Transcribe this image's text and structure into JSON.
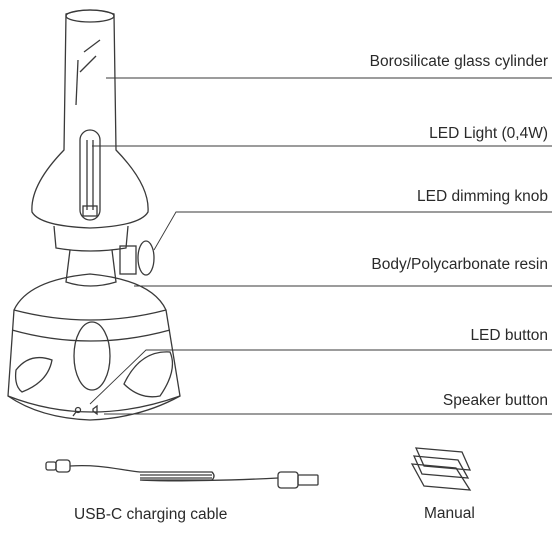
{
  "labels": {
    "glass_cylinder": "Borosilicate glass cylinder",
    "led_light": "LED Light  (0,4W)",
    "dimming_knob": "LED dimming knob",
    "body": "Body/Polycarbonate resin",
    "led_button": "LED button",
    "speaker_button": "Speaker button"
  },
  "accessories": {
    "cable_caption": "USB-C charging cable",
    "manual_caption": "Manual"
  },
  "colors": {
    "line": "#3a3a3a",
    "text": "#2a2a2a",
    "background": "#ffffff"
  },
  "icons": [
    "bulb-icon",
    "speaker-icon"
  ]
}
